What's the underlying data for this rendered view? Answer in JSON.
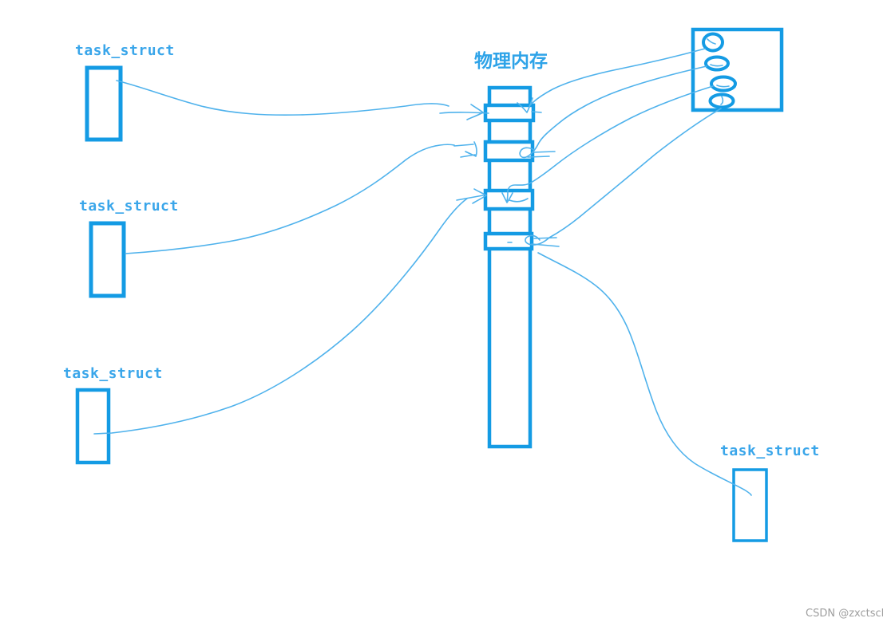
{
  "colors": {
    "shape_stroke": "#149be4",
    "label_text": "#3aa6ea",
    "title_text": "#2ea3e8",
    "curve_stroke": "#4fb2ec",
    "watermark_text": "#9e9e9e"
  },
  "diagram": {
    "title": "物理内存",
    "task_structs": [
      {
        "position": "top-left",
        "label": "task_struct"
      },
      {
        "position": "middle-left",
        "label": "task_struct"
      },
      {
        "position": "bottom-left",
        "label": "task_struct"
      },
      {
        "position": "bottom-right",
        "label": "task_struct"
      }
    ],
    "memory_column": {
      "label": "物理内存",
      "highlighted_cells": 4
    },
    "page_table_box": {
      "entries": 4
    },
    "watermark": "CSDN @zxctscl"
  }
}
